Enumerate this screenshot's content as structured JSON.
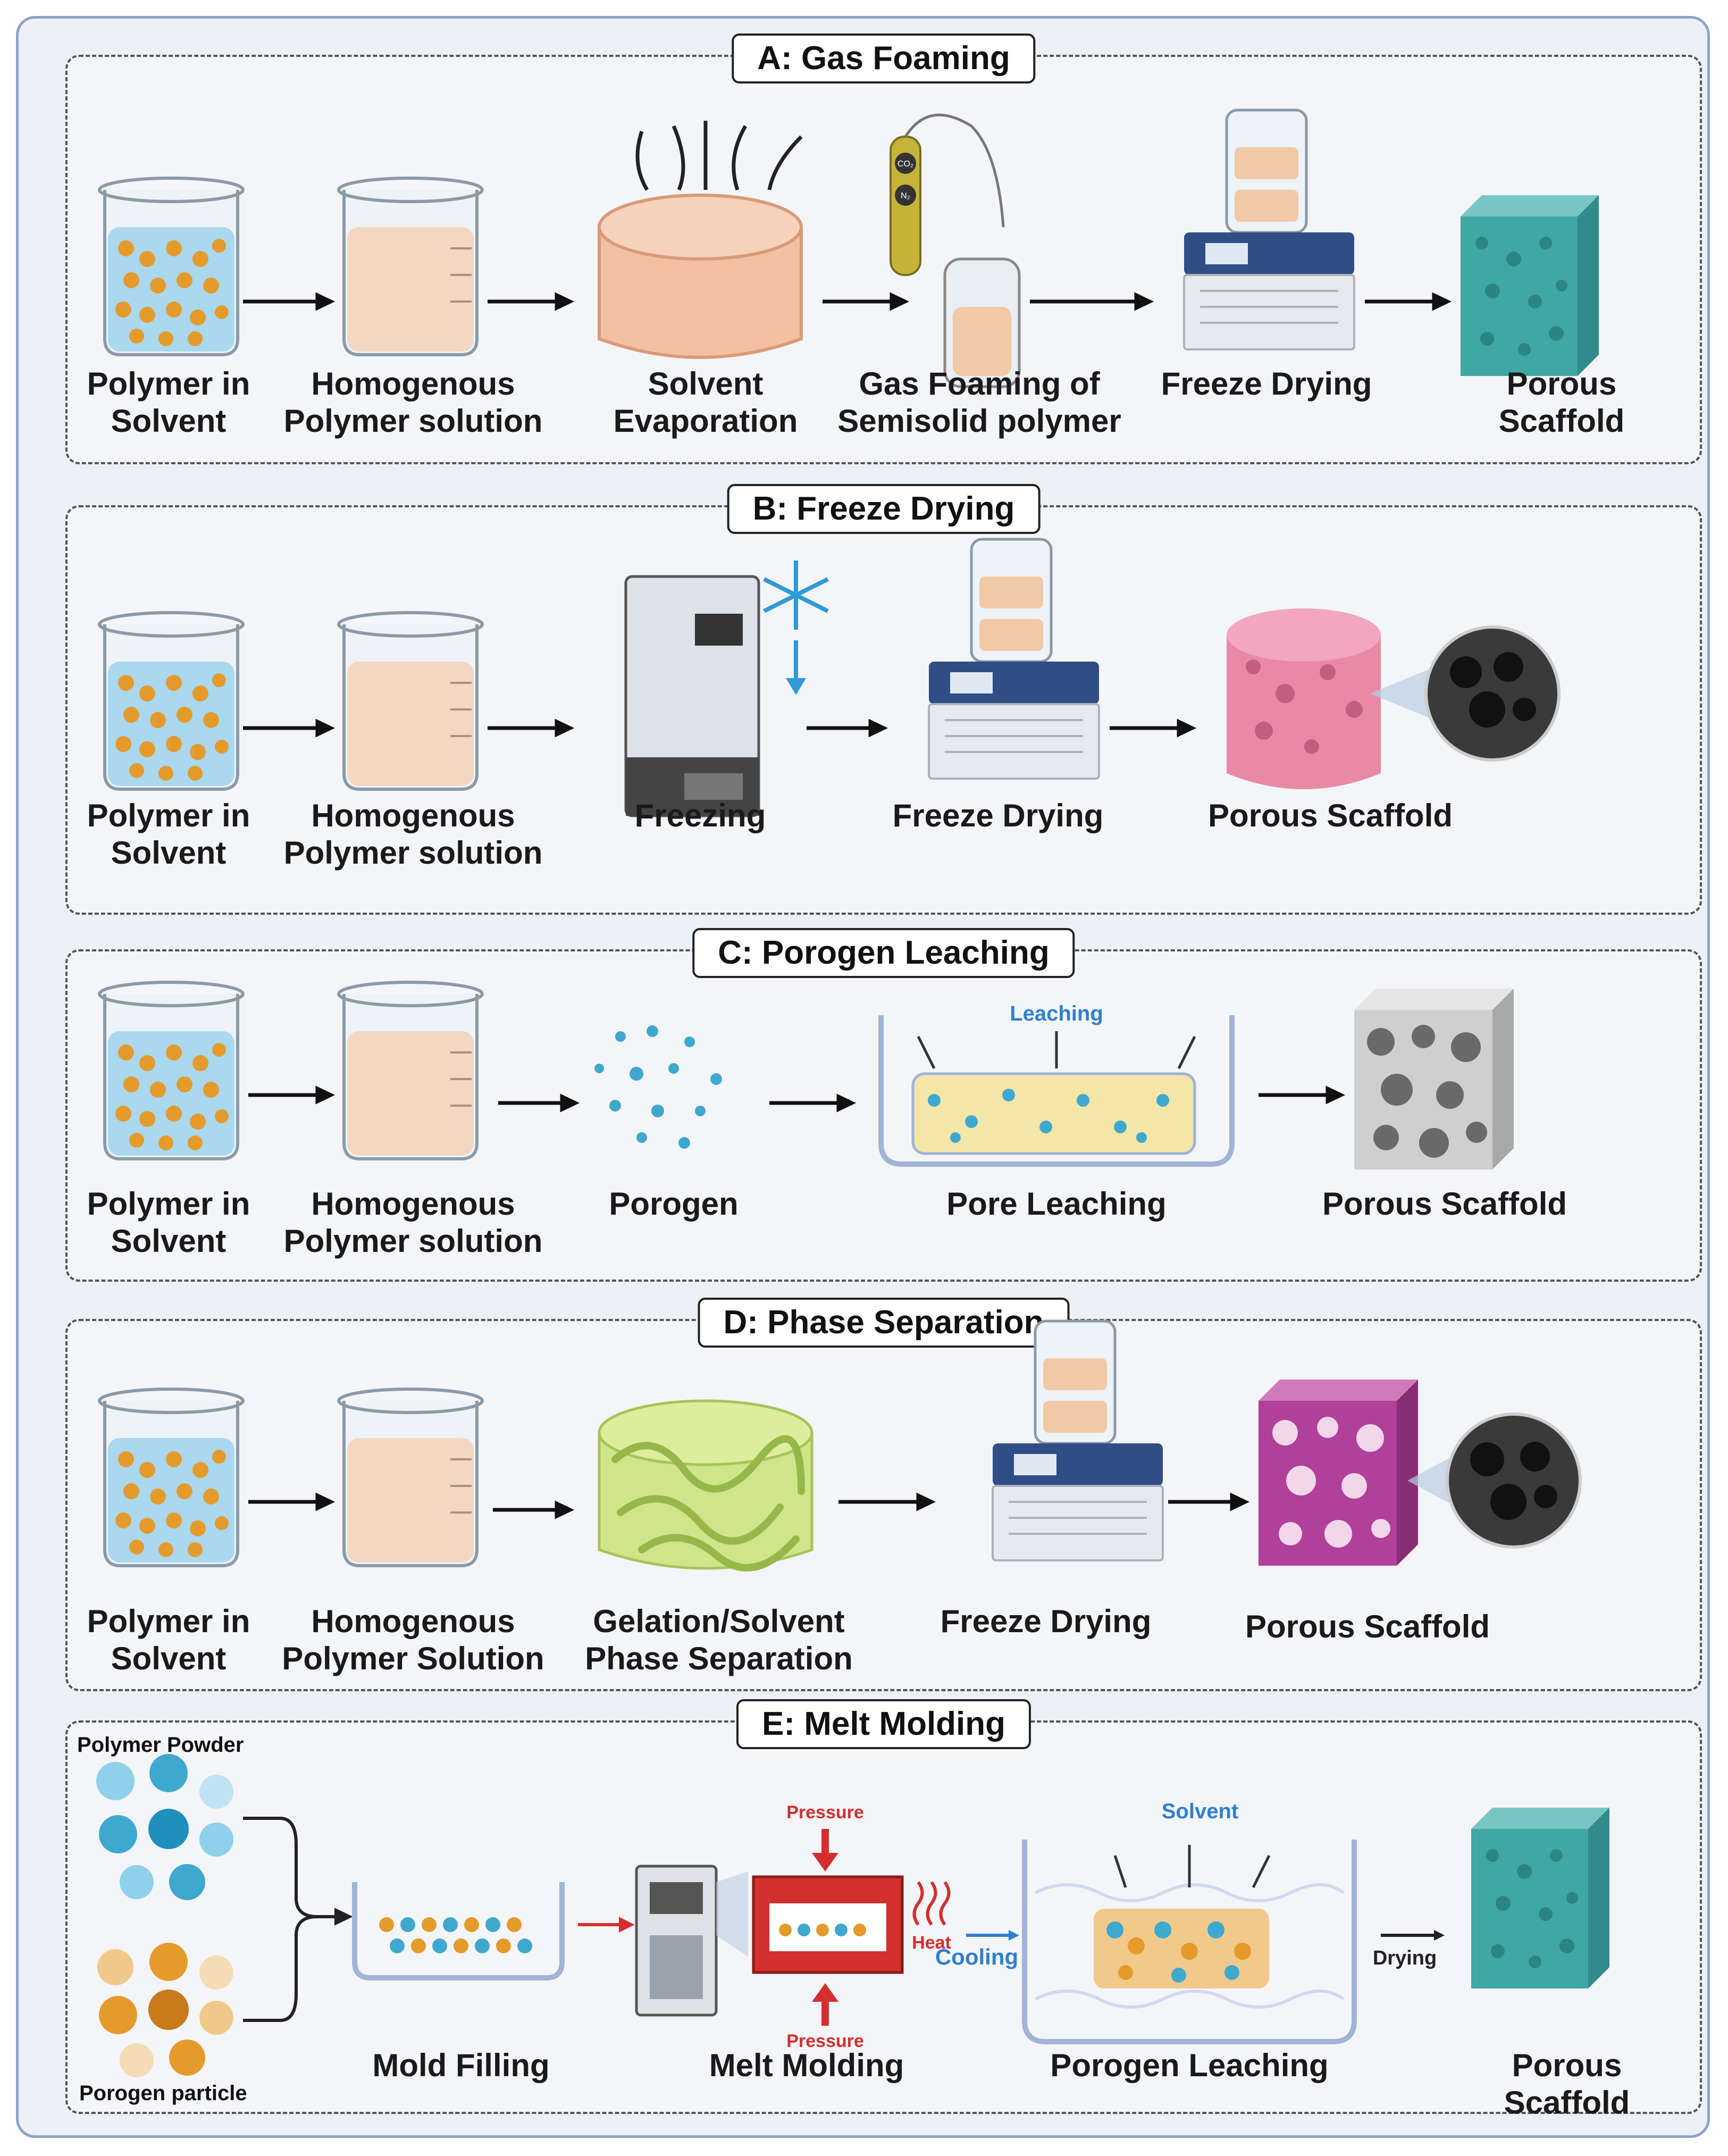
{
  "panels": {
    "a": {
      "title": "A: Gas Foaming",
      "labels": [
        "Polymer in\nSolvent",
        "Homogenous\nPolymer solution",
        "Solvent\nEvaporation",
        "Gas Foaming of\nSemisolid polymer",
        "Freeze Drying",
        "Porous Scaffold"
      ],
      "gas_labels": [
        "CO₂",
        "N₂"
      ]
    },
    "b": {
      "title": "B: Freeze Drying",
      "labels": [
        "Polymer in\nSolvent",
        "Homogenous\nPolymer solution",
        "Freezing",
        "Freeze Drying",
        "Porous Scaffold"
      ]
    },
    "c": {
      "title": "C: Porogen Leaching",
      "labels": [
        "Polymer in\nSolvent",
        "Homogenous\nPolymer solution",
        "Porogen",
        "Pore Leaching",
        "Porous Scaffold"
      ],
      "leaching_label": "Leaching"
    },
    "d": {
      "title": "D: Phase Separation",
      "labels": [
        "Polymer in\nSolvent",
        "Homogenous\nPolymer Solution",
        "Gelation/Solvent\nPhase Separation",
        "Freeze Drying",
        "Porous Scaffold"
      ]
    },
    "e": {
      "title": "E: Melt Molding",
      "labels": [
        "Mold Filling",
        "Melt Molding",
        "Porogen Leaching",
        "Porous Scaffold"
      ],
      "polymer_powder": "Polymer Powder",
      "porogen_particle": "Porogen particle",
      "pressure": "Pressure",
      "heat": "Heat",
      "cooling": "Cooling",
      "solvent": "Solvent",
      "drying": "Drying"
    }
  },
  "colors": {
    "accent_blue": "#2f7fd0",
    "pressure_red": "#d32f2f",
    "beaker_orange": "#e59a2c",
    "scaffold_teal": "#3fa7a4",
    "scaffold_pink": "#e889a8",
    "scaffold_magenta": "#b0409a",
    "gel_green": "#b7d86a"
  }
}
